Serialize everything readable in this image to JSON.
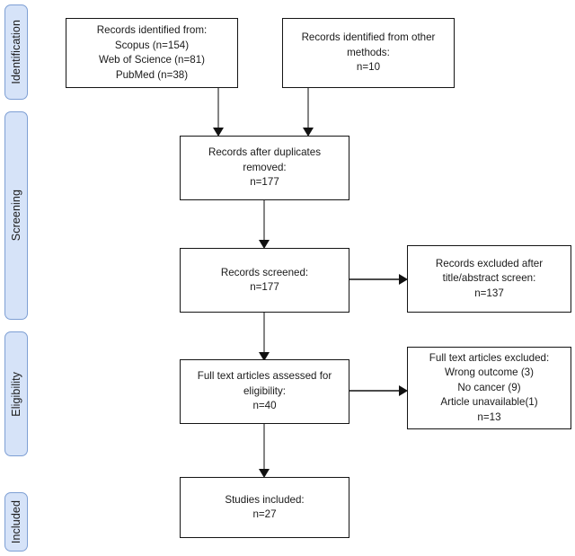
{
  "diagram": {
    "type": "prisma-flow-diagram",
    "stages": [
      {
        "label": "Identification"
      },
      {
        "label": "Screening"
      },
      {
        "label": "Eligibility"
      },
      {
        "label": "Included"
      }
    ],
    "boxes": {
      "identified_databases": {
        "text": "Records identified from:\nScopus (n=154)\nWeb of Science (n=81)\nPubMed (n=38)",
        "counts": {
          "Scopus": 154,
          "Web of Science": 81,
          "PubMed": 38
        }
      },
      "identified_other": {
        "text": "Records identified from other\nmethods:\nn=10",
        "n": 10
      },
      "after_duplicates": {
        "text": "Records after duplicates\nremoved:\nn=177",
        "n": 177
      },
      "screened": {
        "text": "Records screened:\nn=177",
        "n": 177
      },
      "excluded_title_abstract": {
        "text": "Records excluded after\ntitle/abstract screen:\nn=137",
        "n": 137
      },
      "full_text_assessed": {
        "text": "Full text articles assessed for\neligibility:\nn=40",
        "n": 40
      },
      "full_text_excluded": {
        "text": "Full text articles excluded:\nWrong outcome (3)\nNo cancer (9)\nArticle unavailable(1)\nn=13",
        "reasons": [
          {
            "reason": "Wrong outcome",
            "count": 3
          },
          {
            "reason": "No cancer",
            "count": 9
          },
          {
            "reason": "Article unavailable",
            "count": 1
          }
        ],
        "n": 13
      },
      "studies_included": {
        "text": "Studies included:\nn=27",
        "n": 27
      }
    },
    "colors": {
      "stage_tab_fill": "#d6e3f8",
      "stage_tab_border": "#7e9fd4",
      "box_border": "#141414",
      "arrow_line": "#6e6e6e",
      "arrow_head": "#111111",
      "background": "#ffffff",
      "text": "#1a1a1a"
    }
  }
}
